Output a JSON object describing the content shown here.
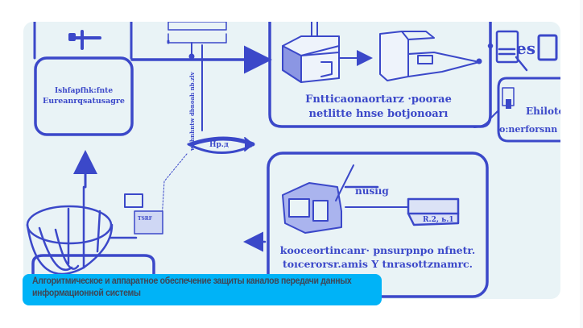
{
  "figure": {
    "caption": "Алгоритмическое и аппаратное обеспечение защиты каналов передачи данных информационной системы",
    "caption_line1": "Алгоритмическое и аппаратное обеспечение защиты каналов передачи данных",
    "caption_line2": "информационной системы",
    "colors": {
      "caption_bg": "#00b3f7",
      "caption_text": "#3f4656",
      "card_bg": "#e9f3f6",
      "diagram_ink": "#3b48c9"
    }
  },
  "diagram": {
    "left_box_line1": "Ishfapfhk:fnte",
    "left_box_line2": "Eureanrqsatusagre",
    "vertical_label": "wdhnhntw dbnoah nb.zlv",
    "oval_label": "Нр.д",
    "top_center_box_line1": "Fntticaonaortarz ·poorae",
    "top_center_box_line2": "netlitte hnse botjonoarı",
    "right_logo": "es",
    "right_box_line1": "Ehilotc",
    "right_box_line2": "o:nerforsnn",
    "bottom_box_tag": "nusiıg",
    "bottom_box_small": "R.2, ь.1",
    "bottom_box_line1": "kooceortincanr· pnsurpnpo nfnetr.",
    "bottom_box_line2": "toıcerorsr.amis Y tnrasottznamrc.",
    "tiny_box_label": "TSRF"
  }
}
